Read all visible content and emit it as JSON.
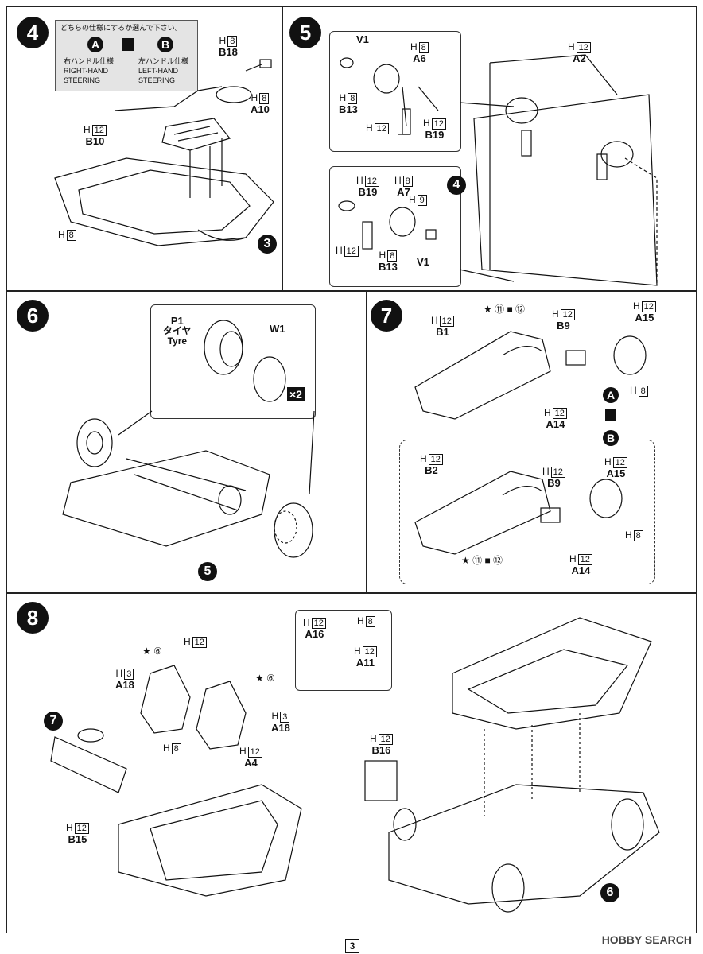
{
  "page": {
    "number": "3",
    "watermark": "HOBBY SEARCH"
  },
  "step4": {
    "num": "4",
    "chooser": {
      "title": "どちらの仕様にするか選んで下さい。",
      "a": {
        "badge": "A",
        "jp": "右ハンドル仕様",
        "en1": "RIGHT-HAND",
        "en2": "STEERING"
      },
      "b": {
        "badge": "B",
        "jp": "左ハンドル仕様",
        "en1": "LEFT-HAND",
        "en2": "STEERING"
      }
    },
    "labels": [
      {
        "h": "H",
        "n": "8",
        "part": "B18"
      },
      {
        "h": "H",
        "n": "8",
        "part": "A10"
      },
      {
        "h": "H",
        "n": "12",
        "part": "B10"
      },
      {
        "h": "H",
        "n": "8",
        "part": ""
      }
    ],
    "ref": "3"
  },
  "step5": {
    "num": "5",
    "labels": [
      {
        "h": "",
        "n": "",
        "part": "V1"
      },
      {
        "h": "H",
        "n": "8",
        "part": "A6"
      },
      {
        "h": "H",
        "n": "8",
        "part": "B13"
      },
      {
        "h": "H",
        "n": "12",
        "part": ""
      },
      {
        "h": "H",
        "n": "12",
        "part": "B19"
      },
      {
        "h": "H",
        "n": "12",
        "part": "A2"
      },
      {
        "h": "H",
        "n": "12",
        "part": "B19"
      },
      {
        "h": "H",
        "n": "8",
        "part": "A7"
      },
      {
        "h": "H",
        "n": "9",
        "part": ""
      },
      {
        "h": "H",
        "n": "12",
        "part": ""
      },
      {
        "h": "H",
        "n": "8",
        "part": "B13"
      },
      {
        "h": "",
        "n": "",
        "part": "V1"
      }
    ],
    "ref": "4"
  },
  "step6": {
    "num": "6",
    "labels": [
      {
        "part": "P1",
        "jp": "タイヤ",
        "en": "Tyre"
      },
      {
        "part": "W1"
      }
    ],
    "mult": "×2",
    "ref": "5"
  },
  "step7": {
    "num": "7",
    "labels": [
      {
        "h": "H",
        "n": "12",
        "part": "B1"
      },
      {
        "h": "H",
        "n": "12",
        "part": "B9"
      },
      {
        "h": "H",
        "n": "12",
        "part": "A15"
      },
      {
        "h": "H",
        "n": "8",
        "part": ""
      },
      {
        "h": "H",
        "n": "12",
        "part": "A14"
      },
      {
        "h": "H",
        "n": "12",
        "part": "B2"
      },
      {
        "h": "H",
        "n": "12",
        "part": "B9"
      },
      {
        "h": "H",
        "n": "12",
        "part": "A15"
      },
      {
        "h": "H",
        "n": "8",
        "part": ""
      },
      {
        "h": "H",
        "n": "12",
        "part": "A14"
      }
    ],
    "paint_a": [
      "⑪",
      "⑫"
    ],
    "paint_b": [
      "⑪",
      "⑫"
    ],
    "a": "A",
    "b": "B"
  },
  "step8": {
    "num": "8",
    "labels": [
      {
        "h": "H",
        "n": "12",
        "part": ""
      },
      {
        "h": "H",
        "n": "3",
        "part": "A18"
      },
      {
        "h": "H",
        "n": "3",
        "part": "A18"
      },
      {
        "h": "H",
        "n": "8",
        "part": ""
      },
      {
        "h": "H",
        "n": "12",
        "part": "A4"
      },
      {
        "h": "H",
        "n": "12",
        "part": "B15"
      },
      {
        "h": "H",
        "n": "12",
        "part": "A16"
      },
      {
        "h": "H",
        "n": "8",
        "part": ""
      },
      {
        "h": "H",
        "n": "12",
        "part": "A11"
      },
      {
        "h": "H",
        "n": "12",
        "part": "B16"
      }
    ],
    "paint": [
      "⑥",
      "⑥"
    ],
    "refs": [
      "7",
      "6"
    ]
  }
}
